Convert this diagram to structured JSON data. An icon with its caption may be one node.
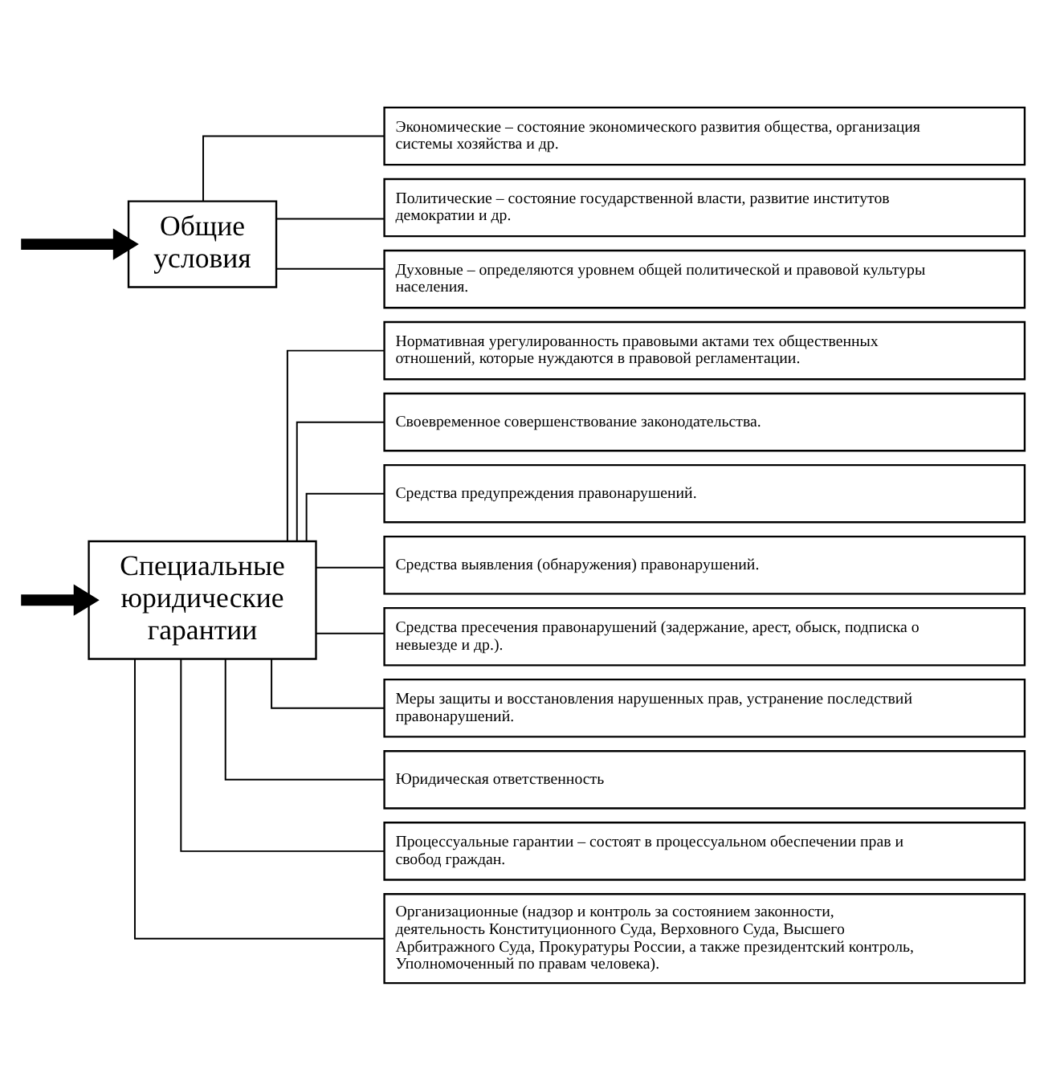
{
  "diagram": {
    "nodes": [
      {
        "text": [
          "Общие условия"
        ]
      },
      {
        "text": [
          "Экономические – состояние экономического развития общества, организация системы хозяйства и др."
        ]
      },
      {
        "text": [
          "Политические – состояние государственной власти, развитие институтов демократии и др."
        ]
      },
      {
        "text": [
          "Духовные – определяются уровнем общей политической и правовой культуры населения."
        ]
      },
      {
        "text": [
          "Специальные юридические гарантии"
        ]
      },
      {
        "text": [
          "Нормативная урегулированность правовыми актами тех общественных отношений, которые нуждаются в правовой регламентации."
        ]
      },
      {
        "text": [
          "Своевременное совершенствование законодательства."
        ]
      },
      {
        "text": [
          "Средства предупреждения правонарушений."
        ]
      },
      {
        "text": [
          "Средства выявления (обнаружения) правонарушений."
        ]
      },
      {
        "text": [
          "Средства пресечения правонарушений (задержание, арест, обыск, подписка о невыезде и др.)."
        ]
      },
      {
        "text": [
          "Меры защиты и восстановления нарушенных прав, устранение последствий правонарушений."
        ]
      },
      {
        "text": [
          "Юридическая ответственность"
        ]
      },
      {
        "text": [
          "Процессуальные гарантии – состоят в процессуальном обеспечении прав и свобод граждан."
        ]
      },
      {
        "text": [
          "Организационные (надзор и контроль за состоянием законности, деятельность Конституционного Суда, Верховного Суда, Высшего Арбитражного Суда, Прокуратуры России, а также президентский контроль, Уполномоченный по правам человека)."
        ]
      }
    ],
    "edges": [
      {
        "from": null,
        "to": 0,
        "arrow": "to",
        "style": "thick"
      },
      {
        "from": 0,
        "to": 1,
        "arrow": "none"
      },
      {
        "from": 0,
        "to": 2,
        "arrow": "none"
      },
      {
        "from": 0,
        "to": 3,
        "arrow": "none"
      },
      {
        "from": null,
        "to": 4,
        "arrow": "to",
        "style": "thick"
      },
      {
        "from": 4,
        "to": 5,
        "arrow": "none"
      },
      {
        "from": 4,
        "to": 6,
        "arrow": "none"
      },
      {
        "from": 4,
        "to": 7,
        "arrow": "none"
      },
      {
        "from": 4,
        "to": 8,
        "arrow": "none"
      },
      {
        "from": 4,
        "to": 9,
        "arrow": "none"
      },
      {
        "from": 4,
        "to": 10,
        "arrow": "none"
      },
      {
        "from": 4,
        "to": 11,
        "arrow": "none"
      },
      {
        "from": 4,
        "to": 12,
        "arrow": "none"
      },
      {
        "from": 4,
        "to": 13,
        "arrow": "none"
      }
    ]
  }
}
